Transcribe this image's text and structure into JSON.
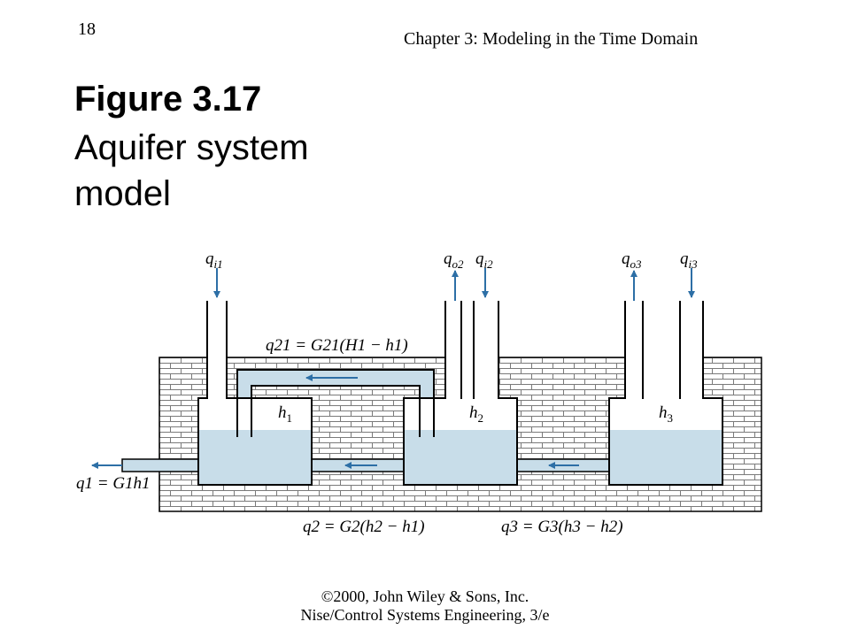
{
  "header": {
    "page_number": "18",
    "chapter": "Chapter 3: Modeling in the Time Domain"
  },
  "figure": {
    "number": "Figure 3.17",
    "caption": "Aquifer system model"
  },
  "diagram": {
    "labels": {
      "qi1": "q",
      "qi1_sub": "i1",
      "qo2": "q",
      "qo2_sub": "o2",
      "qi2": "q",
      "qi2_sub": "i2",
      "qo3": "q",
      "qo3_sub": "o3",
      "qi3": "q",
      "qi3_sub": "i3",
      "h1": "h",
      "h1_sub": "1",
      "h2": "h",
      "h2_sub": "2",
      "h3": "h",
      "h3_sub": "3",
      "q21": "q21 = G21(H1 − h1)",
      "q1": "q1 = G1h1",
      "q2": "q2 = G2(h2 − h1)",
      "q3": "q3 = G3(h3 − h2)"
    },
    "colors": {
      "water": "#c8dde9",
      "brick_line": "#7a7a7a",
      "arrow": "#2d6fa6",
      "outline": "#000000"
    }
  },
  "footer": {
    "copyright": "©2000, John Wiley & Sons, Inc.",
    "book": "Nise/Control Systems Engineering, 3/e"
  }
}
